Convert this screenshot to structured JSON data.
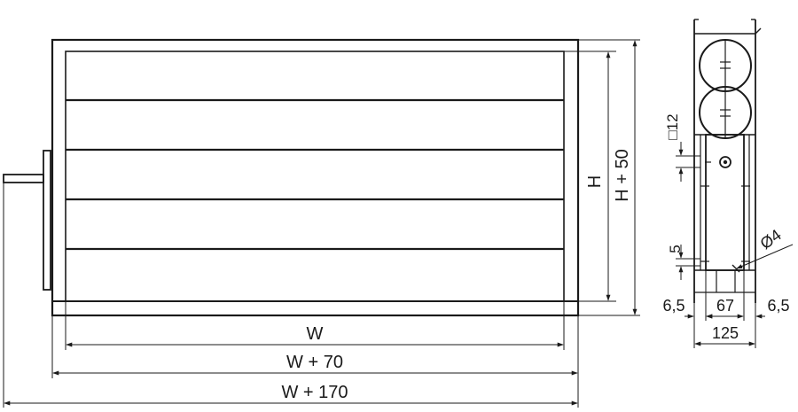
{
  "labels": {
    "w": "W",
    "w70": "W + 70",
    "w170": "W + 170",
    "h": "H",
    "h50": "H + 50",
    "sq12": "□12",
    "dia4": "Ø4",
    "d5": "5",
    "d65_left": "6,5",
    "d67": "67",
    "d65_right": "6,5",
    "d125": "125"
  }
}
